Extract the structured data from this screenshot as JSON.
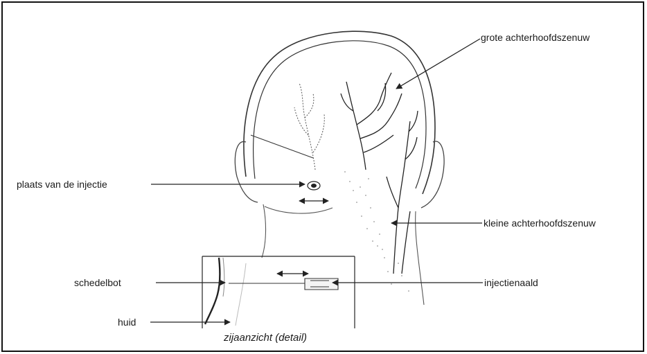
{
  "labels": {
    "grote": "grote achterhoofdszenuw",
    "plaats": "plaats van de injectie",
    "kleine": "kleine achterhoofdszenuw",
    "schedelbot": "schedelbot",
    "injectienaald": "injectienaald",
    "huid": "huid",
    "caption": "zijaanzicht (detail)"
  }
}
